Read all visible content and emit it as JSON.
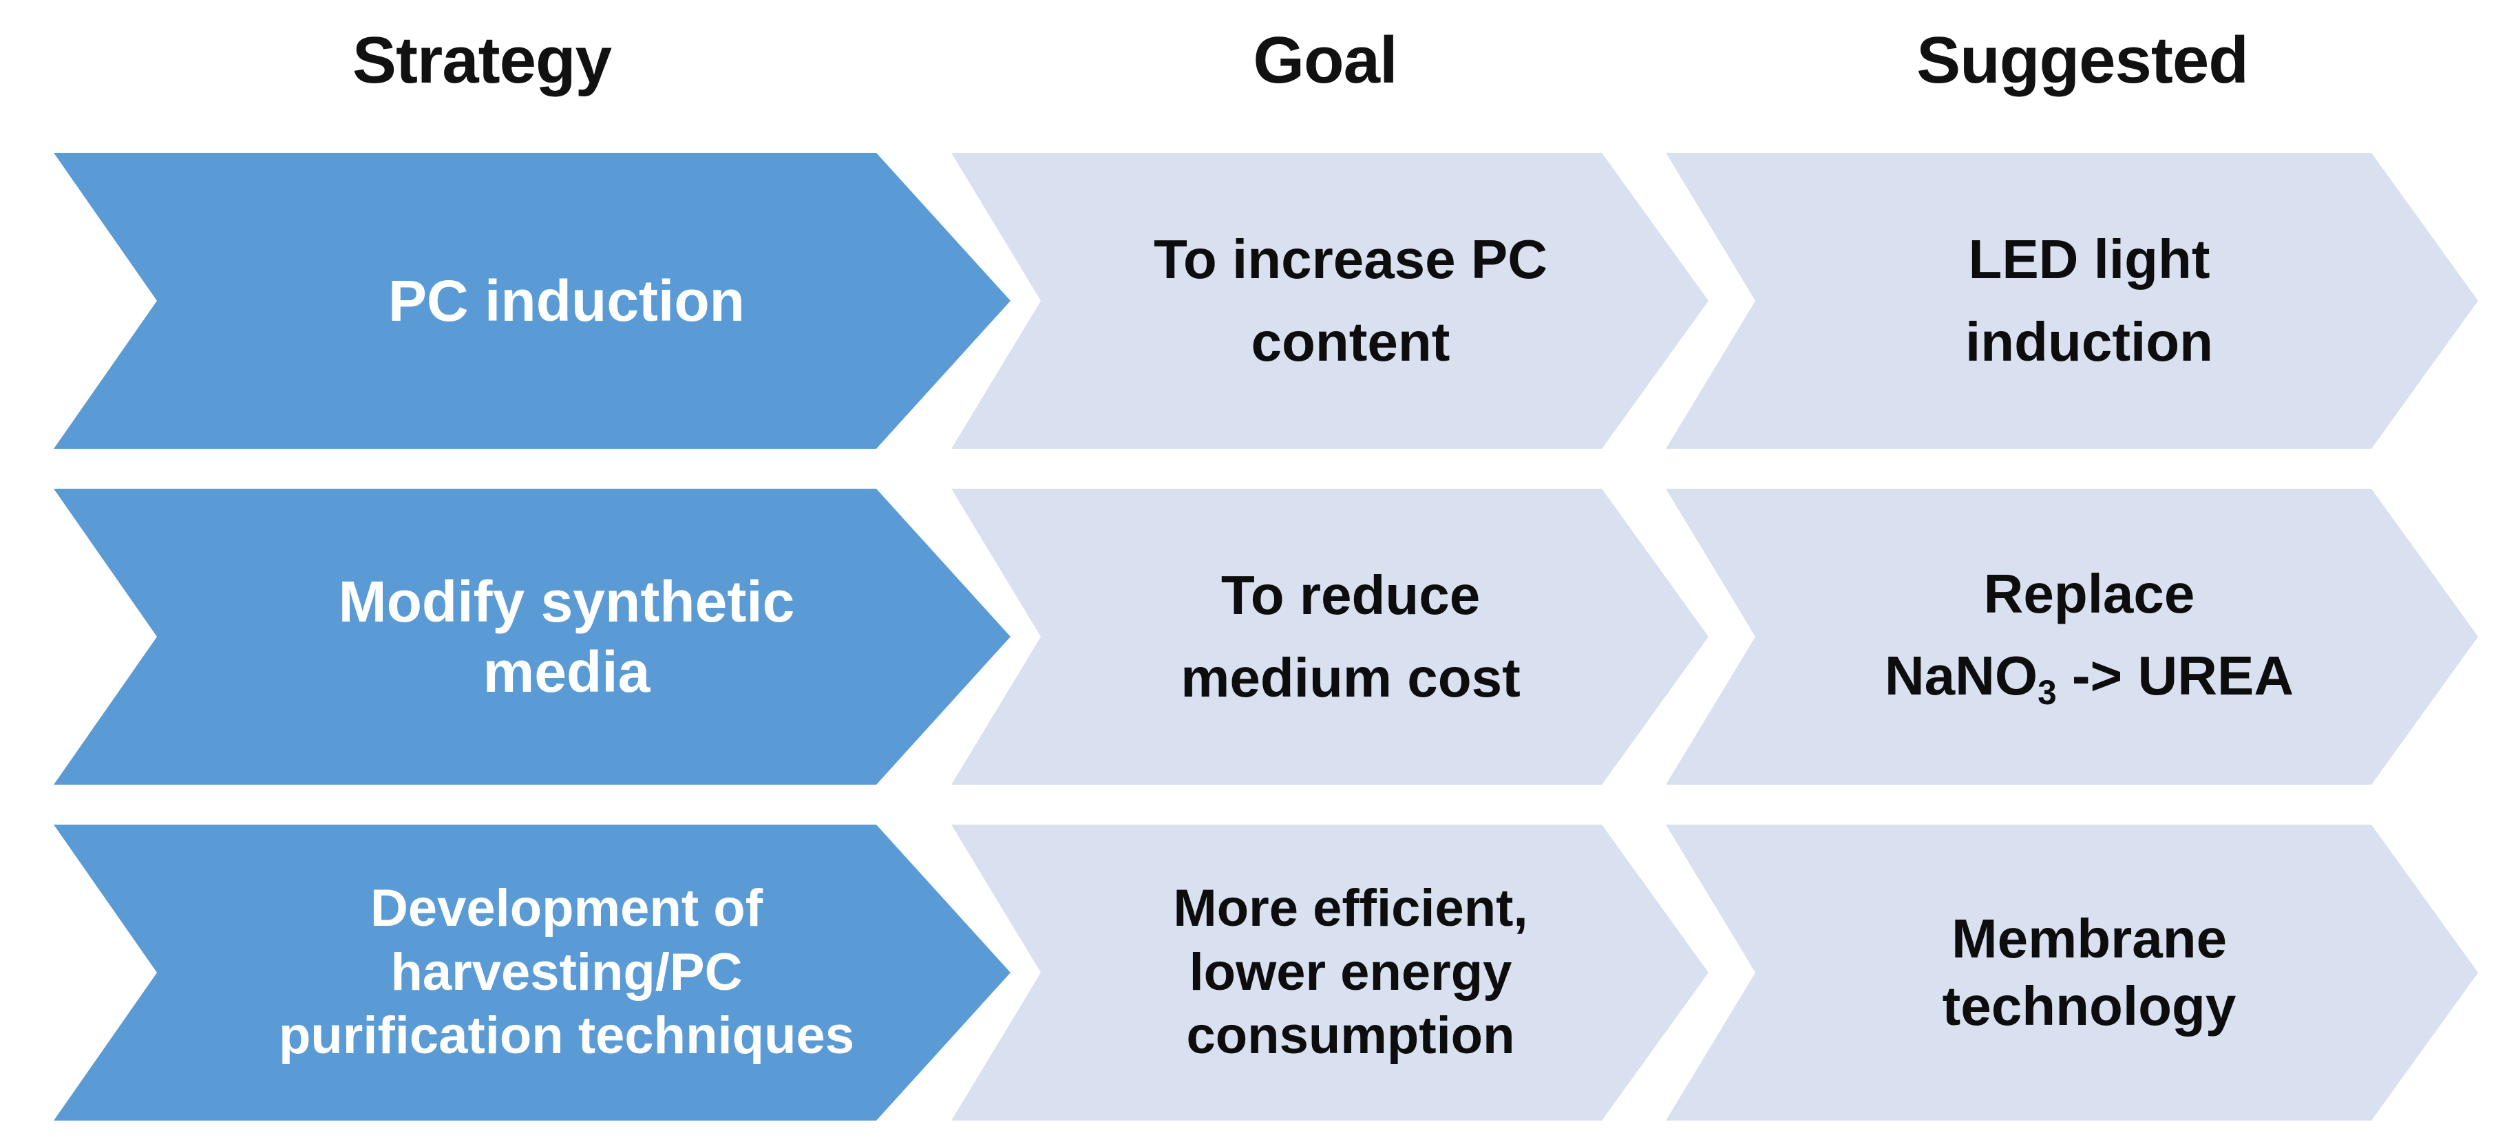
{
  "colors": {
    "background": "#ffffff",
    "strategy_fill": "#5B9BD5",
    "strategy_text": "#ffffff",
    "detail_fill": "#D9E1F0",
    "detail_text": "#0d0d0d",
    "header_text": "#111111",
    "gap_stroke": "#ffffff"
  },
  "headers": {
    "strategy": "Strategy",
    "goal": "Goal",
    "suggested": "Suggested"
  },
  "rows": [
    {
      "id": "row-pc-induction",
      "strategy": "PC induction",
      "goal_line_1": "To increase PC",
      "goal_line_2": "content",
      "suggested_line_1": "LED light",
      "suggested_line_2": "induction"
    },
    {
      "id": "row-modify-media",
      "strategy_line_1": "Modify synthetic",
      "strategy_line_2": "media",
      "goal_line_1": "To reduce",
      "goal_line_2": "medium cost",
      "suggested_line_1": "Replace",
      "suggested_formula_prefix": "NaNO",
      "suggested_formula_sub": "3",
      "suggested_formula_suffix": " -> UREA"
    },
    {
      "id": "row-harvesting",
      "strategy_line_1": "Development of",
      "strategy_line_2": "harvesting/PC",
      "strategy_line_3": "purification techniques",
      "goal_line_1": "More efficient,",
      "goal_line_2": "lower energy",
      "goal_line_3": "consumption",
      "suggested_line_1": "Membrane",
      "suggested_line_2": "technology"
    }
  ]
}
